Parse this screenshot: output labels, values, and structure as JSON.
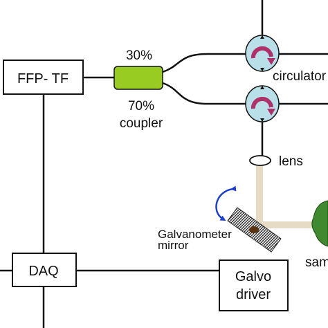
{
  "blocks": {
    "ffp_tf": "FFP- TF",
    "daq": "DAQ",
    "galvo_driver_line1": "Galvo",
    "galvo_driver_line2": "driver"
  },
  "labels": {
    "split_top": "30%",
    "split_bottom": "70%",
    "coupler": "coupler",
    "circulator": "circulator",
    "lens": "lens",
    "galvo_mirror_line1": "Galvanometer",
    "galvo_mirror_line2": "mirror",
    "sample": "sample"
  },
  "colors": {
    "line": "#111111",
    "coupler_fill": "#99cc22",
    "circulator_fill": "#b9dfe8",
    "circulator_arrow": "#b0306a",
    "beam": "#e6dcc4",
    "rotation_arrow": "#1a3fd6",
    "sample_fill": "#3f8a2e",
    "mirror_spot": "#5a3310"
  }
}
